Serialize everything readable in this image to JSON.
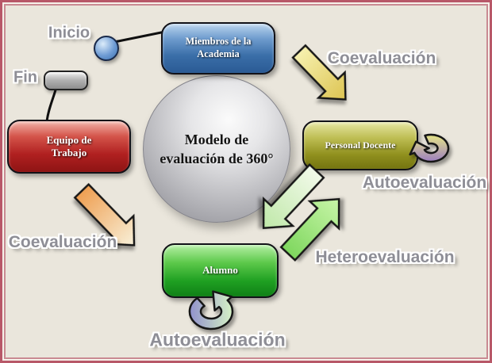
{
  "center_sphere": {
    "line1": "Modelo de",
    "line2": "evaluación de 360°"
  },
  "nodes": {
    "academia": {
      "line1": "Miembros de la",
      "line2": "Academia",
      "color": "#3a6ea8"
    },
    "equipo": {
      "line1": "Equipo de",
      "line2": "Trabajo",
      "color": "#b02020"
    },
    "docente": {
      "label": "Personal Docente",
      "color": "#90901e"
    },
    "alumno": {
      "label": "Alumno",
      "color": "#1fa022"
    }
  },
  "markers": {
    "inicio": "Inicio",
    "fin": "Fin"
  },
  "labels": {
    "coevaluacion_top": "Coevaluación",
    "autoevaluacion_right": "Autoevaluación",
    "heteroevaluacion": "Heteroevaluación",
    "coevaluacion_left": "Coevaluación",
    "autoevaluacion_bottom": "Autoevaluación"
  },
  "colors": {
    "background": "#eae6dc",
    "frame_border": "#b85868",
    "sphere": "#b8b8bc",
    "arrow_coeval_top": "#e8d468",
    "arrow_coeval_left": "#ef9f52",
    "arrow_hetero_up": "#8ee868",
    "arrow_hetero_down": "#d8f2c4",
    "curl_autoeval_bottom": "#9191cc",
    "curl_autoeval_right": "#e6e686",
    "label_text": "#8e8e96"
  }
}
